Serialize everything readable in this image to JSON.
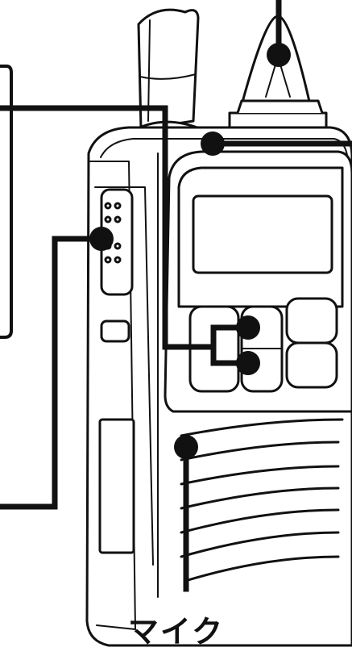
{
  "figure": {
    "caption": "マイク",
    "callout_count": 6
  },
  "colors": {
    "stroke": "#111111",
    "body_fill": "#ffffff",
    "screen_fill": "#ffffff",
    "callout": "#111111"
  },
  "icons": {
    "device": "handheld-radio-illustration",
    "marker": "callout-dot"
  }
}
